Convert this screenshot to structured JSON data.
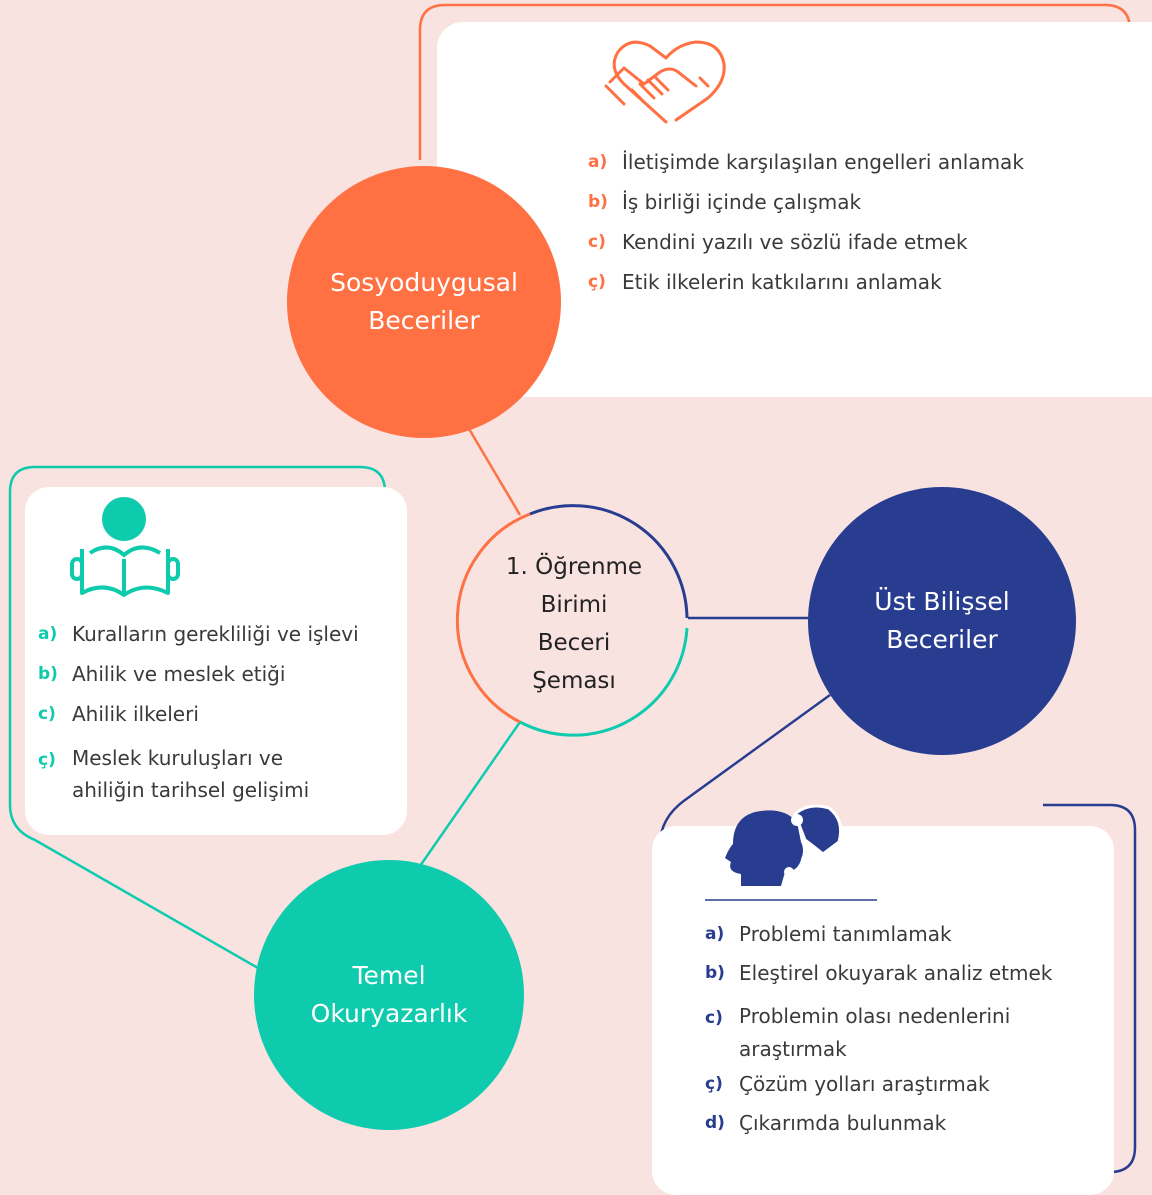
{
  "colors": {
    "background": "#f9e3e1",
    "orange": "#ff7043",
    "teal": "#0fcbae",
    "navy": "#283d8f",
    "card": "#ffffff"
  },
  "center": {
    "label": "1. Öğrenme\nBirimi\nBeceri\nŞeması"
  },
  "nodes": {
    "social": {
      "label": "Sosyoduygusal\nBeceriler",
      "icon": "handshake-heart-icon",
      "items": [
        {
          "letter": "a)",
          "text": "İletişimde karşılaşılan engelleri anlamak"
        },
        {
          "letter": "b)",
          "text": "İş birliği içinde çalışmak"
        },
        {
          "letter": "c)",
          "text": "Kendini yazılı ve sözlü ifade etmek"
        },
        {
          "letter": "ç)",
          "text": "Etik ilkelerin katkılarını anlamak"
        }
      ]
    },
    "literacy": {
      "label": "Temel\nOkuryazarlık",
      "icon": "reading-person-icon",
      "items": [
        {
          "letter": "a)",
          "text": "Kuralların gerekliliği ve işlevi"
        },
        {
          "letter": "b)",
          "text": "Ahilik ve meslek etiği"
        },
        {
          "letter": "c)",
          "text": "Ahilik ilkeleri"
        },
        {
          "letter": "ç)",
          "text": "Meslek kuruluşları ve ahiliğin tarihsel gelişimi"
        }
      ]
    },
    "meta": {
      "label": "Üst Bilişsel\nBeceriler",
      "icon": "head-puzzle-icon",
      "items": [
        {
          "letter": "a)",
          "text": "Problemi tanımlamak"
        },
        {
          "letter": "b)",
          "text": "Eleştirel okuyarak analiz etmek"
        },
        {
          "letter": "c)",
          "text": "Problemin olası nedenlerini araştırmak"
        },
        {
          "letter": "ç)",
          "text": "Çözüm yolları araştırmak"
        },
        {
          "letter": "d)",
          "text": "Çıkarımda bulunmak"
        }
      ]
    }
  }
}
